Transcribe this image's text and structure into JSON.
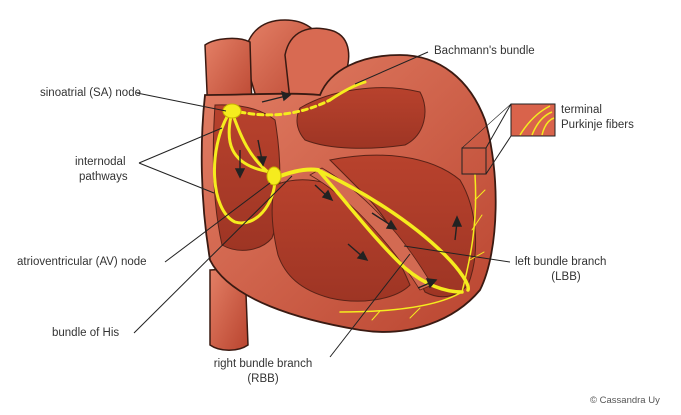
{
  "labels": {
    "bachmann": "Bachmann's bundle",
    "sa_node": "sinoatrial (SA) node",
    "internodal_line1": "internodal",
    "internodal_line2": "pathways",
    "av_node": "atrioventricular (AV) node",
    "his": "bundle of His",
    "rbb_line1": "right bundle branch",
    "rbb_line2": "(RBB)",
    "lbb_line1": "left bundle branch",
    "lbb_line2": "(LBB)",
    "purkinje_line1": "terminal",
    "purkinje_line2": "Purkinje fibers"
  },
  "credit": "© Cassandra Uy",
  "colors": {
    "muscle": "#c9533f",
    "muscle_light": "#e07a62",
    "muscle_dark": "#8a3322",
    "outline": "#3a1a12",
    "conduction": "#f5ec1e",
    "leader": "#222222"
  }
}
